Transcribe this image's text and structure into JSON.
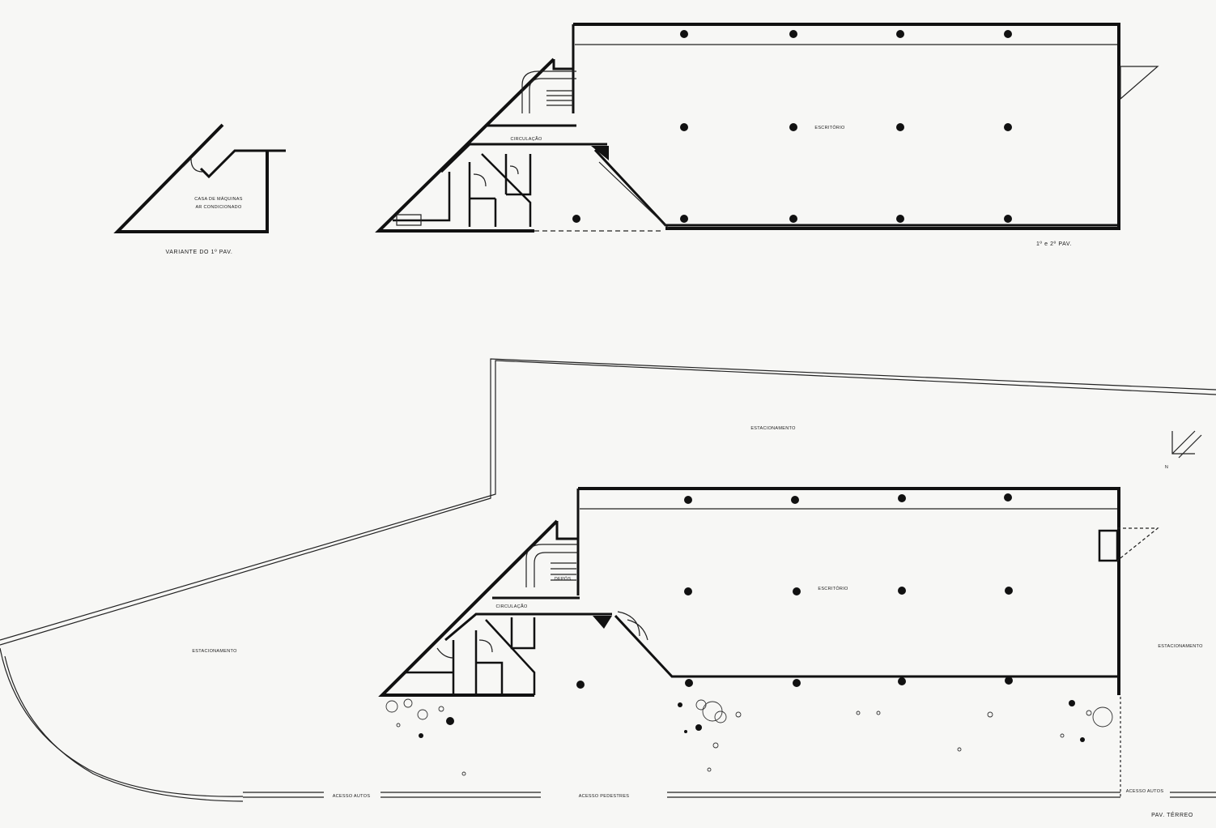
{
  "labels": {
    "casa_maquinas_1": "CASA DE MÁQUINAS",
    "casa_maquinas_2": "AR CONDICIONADO",
    "variante": "VARIANTE DO 1º PAV.",
    "circulacao_upper": "CIRCULAÇÃO",
    "escritorio_upper": "ESCRITÓRIO",
    "pav_upper": "1º e 2º PAV.",
    "estacionamento_top": "ESTACIONAMENTO",
    "estacionamento_left": "ESTACIONAMENTO",
    "estacionamento_right": "ESTACIONAMENTO",
    "circulacao_lower": "CIRCULAÇÃO",
    "escritorio_lower": "ESCRITÓRIO",
    "depos": "DEPÓS.",
    "north": "N",
    "acesso_autos_1": "ACESSO AUTOS",
    "acesso_pedestres": "ACESSO PEDESTRES",
    "acesso_autos_2": "ACESSO AUTOS",
    "pav_terreo": "PAV. TÉRREO"
  },
  "colors": {
    "ink": "#111111",
    "paper": "#f7f7f5"
  }
}
